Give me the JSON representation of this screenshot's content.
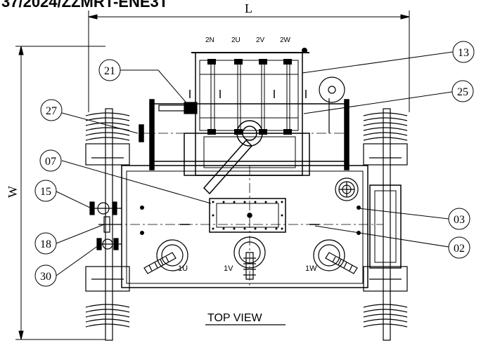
{
  "header": {
    "title_fragment": "37/2024/ZZMRT-ENE3T"
  },
  "dimensions": {
    "length_label": "L",
    "width_label": "W"
  },
  "terminals_top": [
    "2N",
    "2U",
    "2V",
    "2W"
  ],
  "bushing_labels": [
    "1U",
    "1V",
    "1W"
  ],
  "callouts": [
    {
      "id": "21"
    },
    {
      "id": "13"
    },
    {
      "id": "25"
    },
    {
      "id": "27"
    },
    {
      "id": "07"
    },
    {
      "id": "15"
    },
    {
      "id": "18"
    },
    {
      "id": "30"
    },
    {
      "id": "03"
    },
    {
      "id": "02"
    }
  ],
  "view_label": "TOP VIEW"
}
